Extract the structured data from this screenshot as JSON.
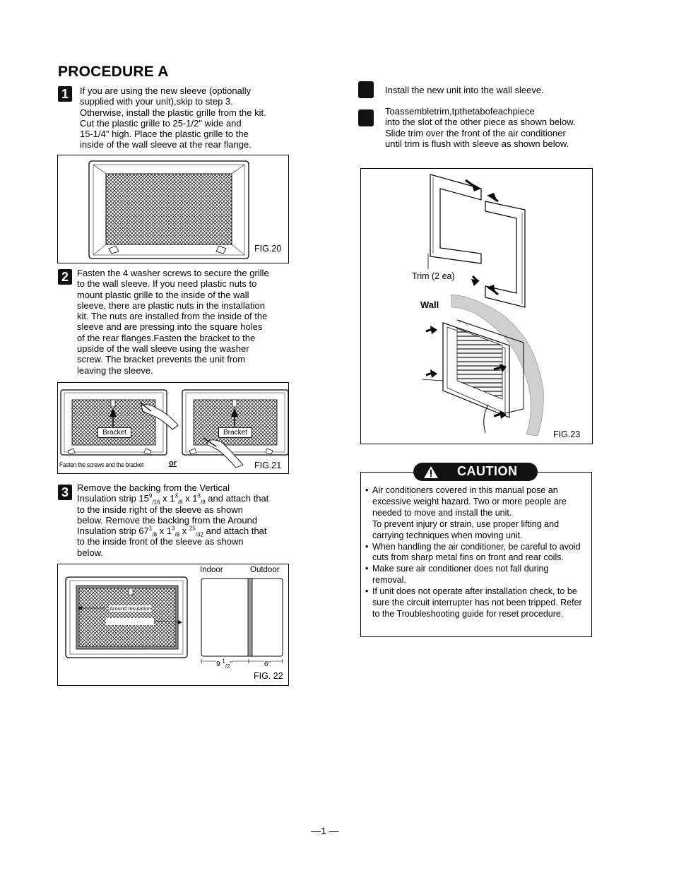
{
  "title": "PROCEDURE A",
  "step1": {
    "number": "1",
    "lines": [
      "If you are using the new sleeve (optionally",
      "supplied with your unit),skip to step 3.",
      "Otherwise, install the plastic grille from the kit.",
      "Cut the plastic grille to 25-1/2\" wide and",
      "15-1/4\" high. Place the plastic grille to the",
      "inside of the wall sleeve at the rear flange."
    ]
  },
  "fig20": {
    "label": "FIG.20"
  },
  "step2": {
    "number": "2",
    "lines": [
      "Fasten the 4 washer screws to secure the grille",
      "to the wall sleeve. If you need plastic nuts to",
      "mount plastic grille to the inside of the wall",
      "sleeve, there are plastic nuts in the installation",
      "kit. The nuts are installed from the inside of the",
      "sleeve and are pressing into the square holes",
      "of the rear flanges.Fasten the bracket to the",
      "upside of the wall sleeve using the washer",
      "screw. The bracket prevents the unit from",
      "leaving the sleeve."
    ]
  },
  "fig21": {
    "label": "FIG.21",
    "bracket_left": "Bracket",
    "bracket_right": "Bracket",
    "caption": "Fasten the screws and the bracket",
    "or": "or"
  },
  "step3": {
    "number": "3",
    "line1": "Remove the backing from the Vertical",
    "line2_a": "Insulation strip 15",
    "line2_s1": "9",
    "line2_s2": "/16",
    "line2_b": " x 1",
    "line2_s3": "3",
    "line2_s4": "/8",
    "line2_c": " x 1",
    "line2_s5": "3",
    "line2_s6": "/8",
    "line2_d": " and attach that",
    "line3": "to the inside right of the sleeve as shown",
    "line4": "below. Remove the backing from the Around",
    "line5_a": "Insulation strip 67",
    "line5_s1": "1",
    "line5_s2": "/8",
    "line5_b": " x 1",
    "line5_s3": "3",
    "line5_s4": "/8",
    "line5_c": " x ",
    "line5_s5": "25",
    "line5_s6": "/32",
    "line5_d": " and attach that",
    "line6": "to the inside front of the sleeve as shown",
    "line7": "below."
  },
  "fig22": {
    "label": "FIG. 22",
    "indoor": "Indoor",
    "outdoor": "Outdoor",
    "around_insulation": "Around Insulation",
    "dim_left_a": "9 ",
    "dim_left_sup": "1",
    "dim_left_sub": "/2",
    "dim_left_b": "\"",
    "dim_right": "6\""
  },
  "step4": {
    "text": "Install the new unit into the wall sleeve."
  },
  "step5": {
    "lines": [
      "Toassembletrim,tpthetabofeachpiece",
      "into the slot of the other piece as shown below.",
      "Slide trim over the front of the air conditioner",
      "until trim is flush with sleeve as shown below."
    ]
  },
  "fig23": {
    "label": "FIG.23",
    "trim": "Trim (2 ea)",
    "wall": "Wall"
  },
  "caution": {
    "heading": "CAUTION",
    "bullet": "•",
    "items": [
      [
        "Air conditioners covered in this manual pose an",
        "excessive weight hazard. Two or more people are",
        "needed to move and install the unit.",
        "To prevent injury or strain, use proper lifting and",
        "carrying techniques when moving unit."
      ],
      [
        "When handling the air conditioner, be careful to avoid",
        "cuts from sharp metal fins on front and rear coils."
      ],
      [
        "Make sure air conditioner does not fall during",
        "removal."
      ],
      [
        "If unit does not operate after installation check, to be",
        "sure the circuit interrupter has not been tripped. Refer",
        "to the Troubleshooting guide for reset procedure."
      ]
    ]
  },
  "page_number": "—1 —"
}
